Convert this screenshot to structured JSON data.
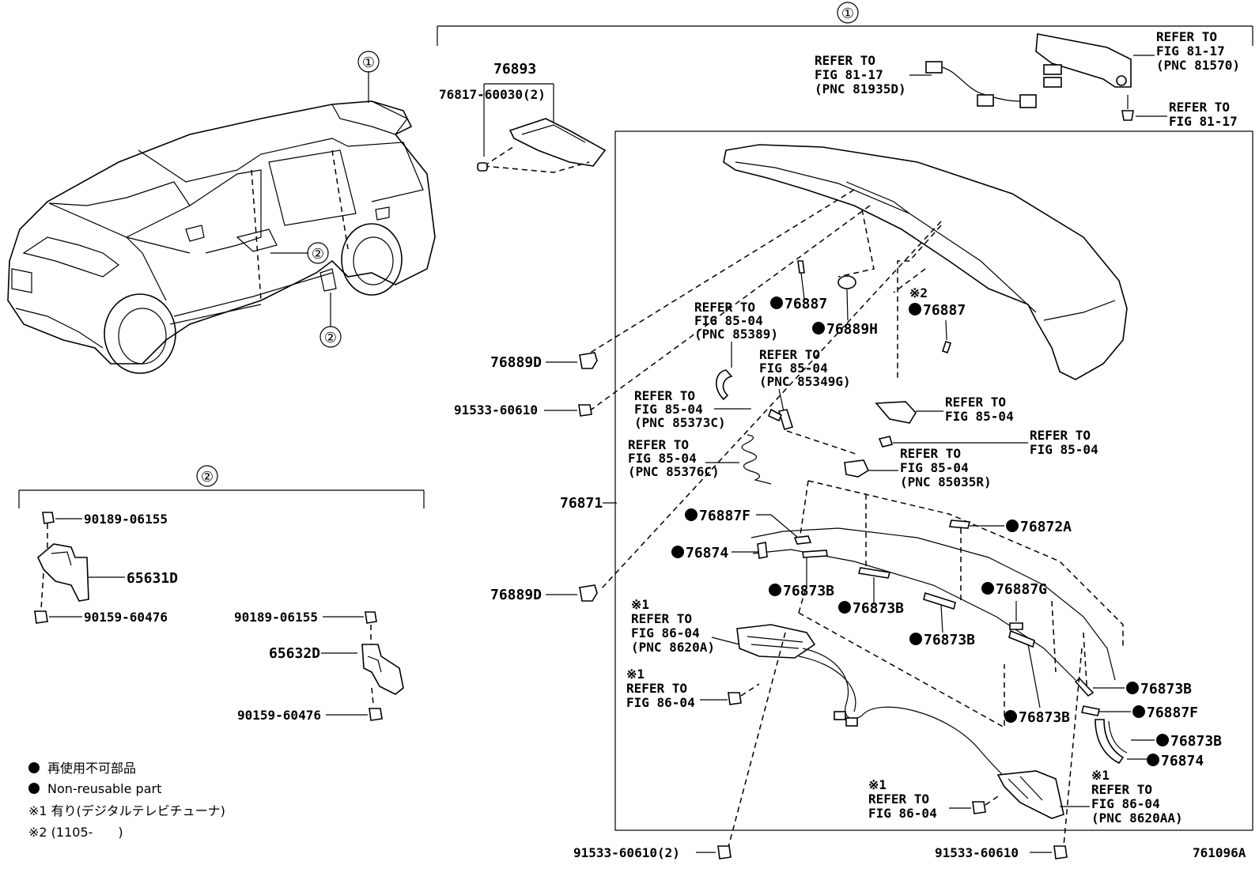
{
  "callouts": {
    "one": "①",
    "two": "②"
  },
  "refs": {
    "r1": {
      "l1": "REFER TO",
      "l2": "FIG 81-17",
      "l3": "(PNC 81935D)"
    },
    "r2": {
      "l1": "REFER TO",
      "l2": "FIG 81-17",
      "l3": "(PNC 81570)"
    },
    "r3": {
      "l1": "REFER TO",
      "l2": "FIG 81-17"
    },
    "r4": {
      "l1": "REFER TO",
      "l2": "FIG 85-04",
      "l3": "(PNC 85389)"
    },
    "r5": {
      "l1": "REFER TO",
      "l2": "FIG 85-04",
      "l3": "(PNC 85349G)"
    },
    "r6": {
      "l1": "REFER TO",
      "l2": "FIG 85-04",
      "l3": "(PNC 85373C)"
    },
    "r7": {
      "l1": "REFER TO",
      "l2": "FIG 85-04",
      "l3": "(PNC 85376C)"
    },
    "r8": {
      "l1": "REFER TO",
      "l2": "FIG 85-04"
    },
    "r9": {
      "l1": "REFER TO",
      "l2": "FIG 85-04"
    },
    "r10": {
      "l1": "REFER TO",
      "l2": "FIG 85-04",
      "l3": "(PNC 85035R)"
    },
    "r11": {
      "mark": "※1",
      "l1": "REFER TO",
      "l2": "FIG 86-04",
      "l3": "(PNC 8620A)"
    },
    "r12": {
      "mark": "※1",
      "l1": "REFER TO",
      "l2": "FIG 86-04"
    },
    "r13": {
      "mark": "※1",
      "l1": "REFER TO",
      "l2": "FIG 86-04"
    },
    "r14": {
      "mark": "※1",
      "l1": "REFER TO",
      "l2": "FIG 86-04",
      "l3": "(PNC 8620AA)"
    }
  },
  "parts": {
    "p76893": "76893",
    "p76817": "76817-60030(2)",
    "p76887a": "76887",
    "p76887b_mark": "※2",
    "p76887b": "76887",
    "p76889H": "76889H",
    "p76889D_1": "76889D",
    "p91533_1": "91533-60610",
    "p76871": "76871",
    "p76887F_1": "76887F",
    "p76872A": "76872A",
    "p76874_1": "76874",
    "p76873B_1": "76873B",
    "p76873B_2": "76873B",
    "p76873B_3": "76873B",
    "p76887G": "76887G",
    "p76889D_2": "76889D",
    "p76873B_4": "76873B",
    "p76873B_5": "76873B",
    "p76887F_2": "76887F",
    "p76873B_6": "76873B",
    "p76874_2": "76874",
    "p91533_2": "91533-60610(2)",
    "p91533_3": "91533-60610",
    "p90189_1": "90189-06155",
    "p65631D": "65631D",
    "p90159_1": "90159-60476",
    "p90189_2": "90189-06155",
    "p65632D": "65632D",
    "p90159_2": "90159-60476"
  },
  "legend": {
    "jp_nonreusable": "再使用不可部品",
    "en_nonreusable": "Non-reusable part",
    "note1": "※1 有り(デジタルテレビチューナ)",
    "note2": "※2 (1105-　　)"
  },
  "figure_code": "761096A"
}
